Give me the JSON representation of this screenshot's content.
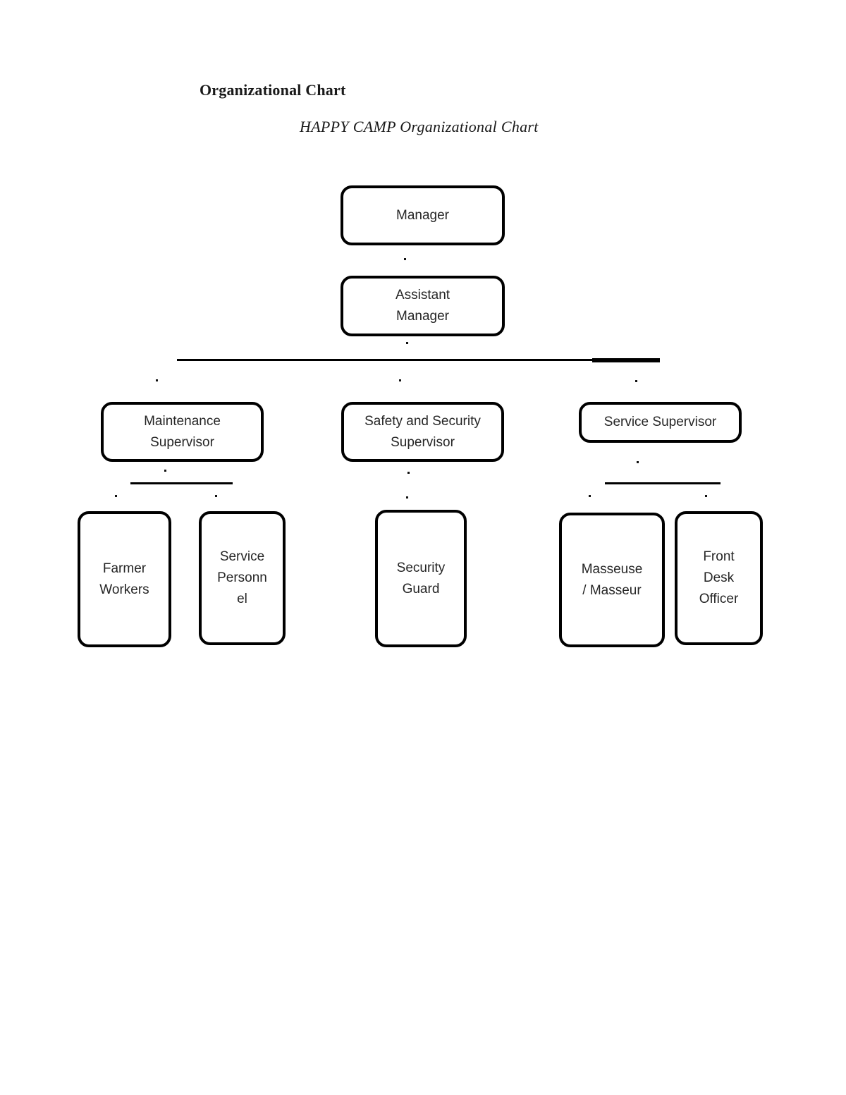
{
  "document": {
    "heading": "Organizational Chart",
    "chart_title": "HAPPY CAMP Organizational Chart"
  },
  "org_chart": {
    "nodes": {
      "manager": {
        "label": "Manager"
      },
      "assistant_manager": {
        "label": "Assistant\nManager"
      },
      "maintenance_supervisor": {
        "label": "Maintenance\nSupervisor"
      },
      "safety_security_supervisor": {
        "label": "Safety and Security\nSupervisor"
      },
      "service_supervisor": {
        "label": "Service Supervisor"
      },
      "farmer_workers": {
        "label": "Farmer\nWorkers"
      },
      "service_personnel": {
        "label": "Service\nPersonn\nel"
      },
      "security_guard": {
        "label": "Security\nGuard"
      },
      "masseuse_masseur": {
        "label": "Masseuse\n/ Masseur"
      },
      "front_desk_officer": {
        "label": "Front\nDesk\nOfficer"
      }
    },
    "edges": [
      {
        "from": "Manager",
        "to": "Assistant Manager"
      },
      {
        "from": "Assistant Manager",
        "to": "Maintenance Supervisor"
      },
      {
        "from": "Assistant Manager",
        "to": "Safety and Security Supervisor"
      },
      {
        "from": "Assistant Manager",
        "to": "Service Supervisor"
      },
      {
        "from": "Maintenance Supervisor",
        "to": "Farmer Workers"
      },
      {
        "from": "Maintenance Supervisor",
        "to": "Service Personnel"
      },
      {
        "from": "Safety and Security Supervisor",
        "to": "Security Guard"
      },
      {
        "from": "Service Supervisor",
        "to": "Masseuse / Masseur"
      },
      {
        "from": "Service Supervisor",
        "to": "Front Desk Officer"
      }
    ],
    "colors": {
      "node_border": "#000000",
      "node_fill": "#ffffff",
      "text": "#262626",
      "page_background": "#ffffff"
    }
  }
}
